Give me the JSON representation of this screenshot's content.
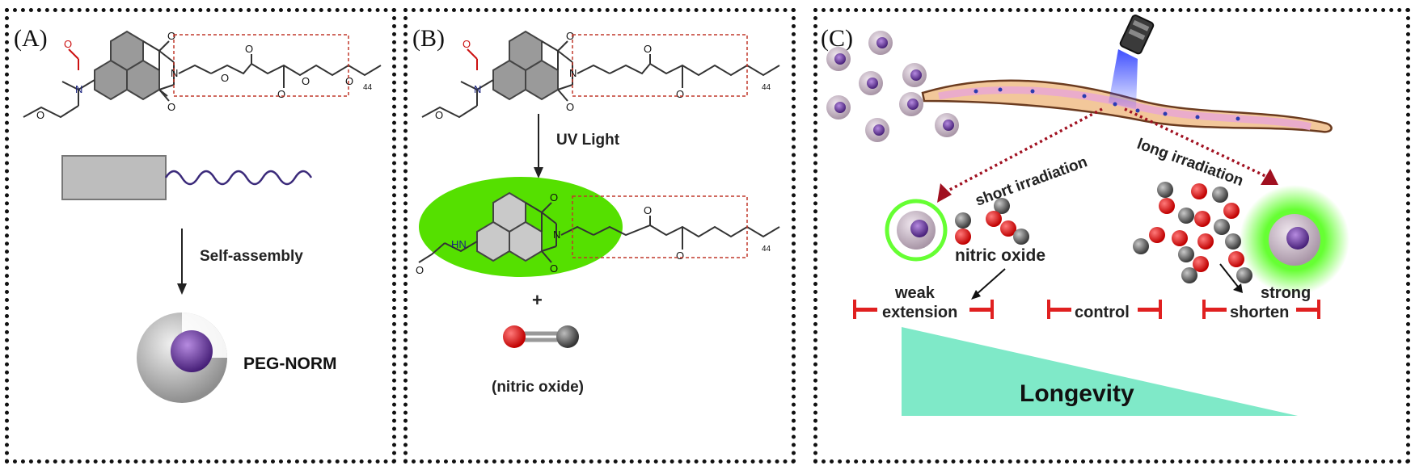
{
  "panel_a": {
    "letter": "(A)",
    "arrow_label": "Self-assembly",
    "product_label": "PEG-NORM",
    "subscript": "44"
  },
  "panel_b": {
    "letter": "(B)",
    "arrow_label": "UV Light",
    "plus": "+",
    "gas_label": "(nitric oxide)",
    "amine_label": "HN",
    "subscript": "44"
  },
  "panel_c": {
    "letter": "(C)",
    "short_label": "short irradiation",
    "long_label": "long irradiation",
    "no_label": "nitric oxide",
    "weak_label": "weak",
    "strong_label": "strong",
    "extension_label": "extension",
    "control_label": "control",
    "shorten_label": "shorten",
    "longevity_label": "Longevity"
  },
  "colors": {
    "red": "#d11a1a",
    "dark_red": "#a01020",
    "green": "#55e000",
    "purple": "#5b2a8c",
    "teal": "#7fe9c8"
  }
}
